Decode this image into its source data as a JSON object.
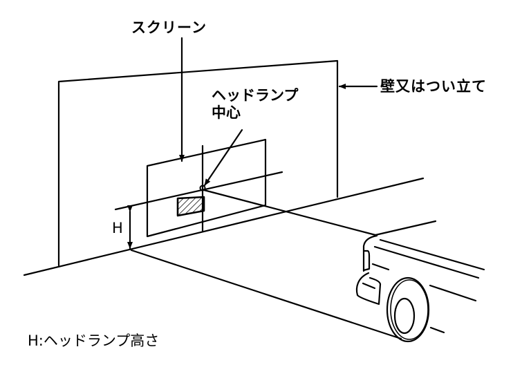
{
  "labels": {
    "screen": "スクリーン",
    "headlamp_center_line1": "ヘッドランプ",
    "headlamp_center_line2": "中心",
    "wall": "壁又はつい立て",
    "height_marker": "H",
    "caption": "H:ヘッドランプ高さ"
  },
  "colors": {
    "line": "#000000",
    "background": "#ffffff"
  }
}
